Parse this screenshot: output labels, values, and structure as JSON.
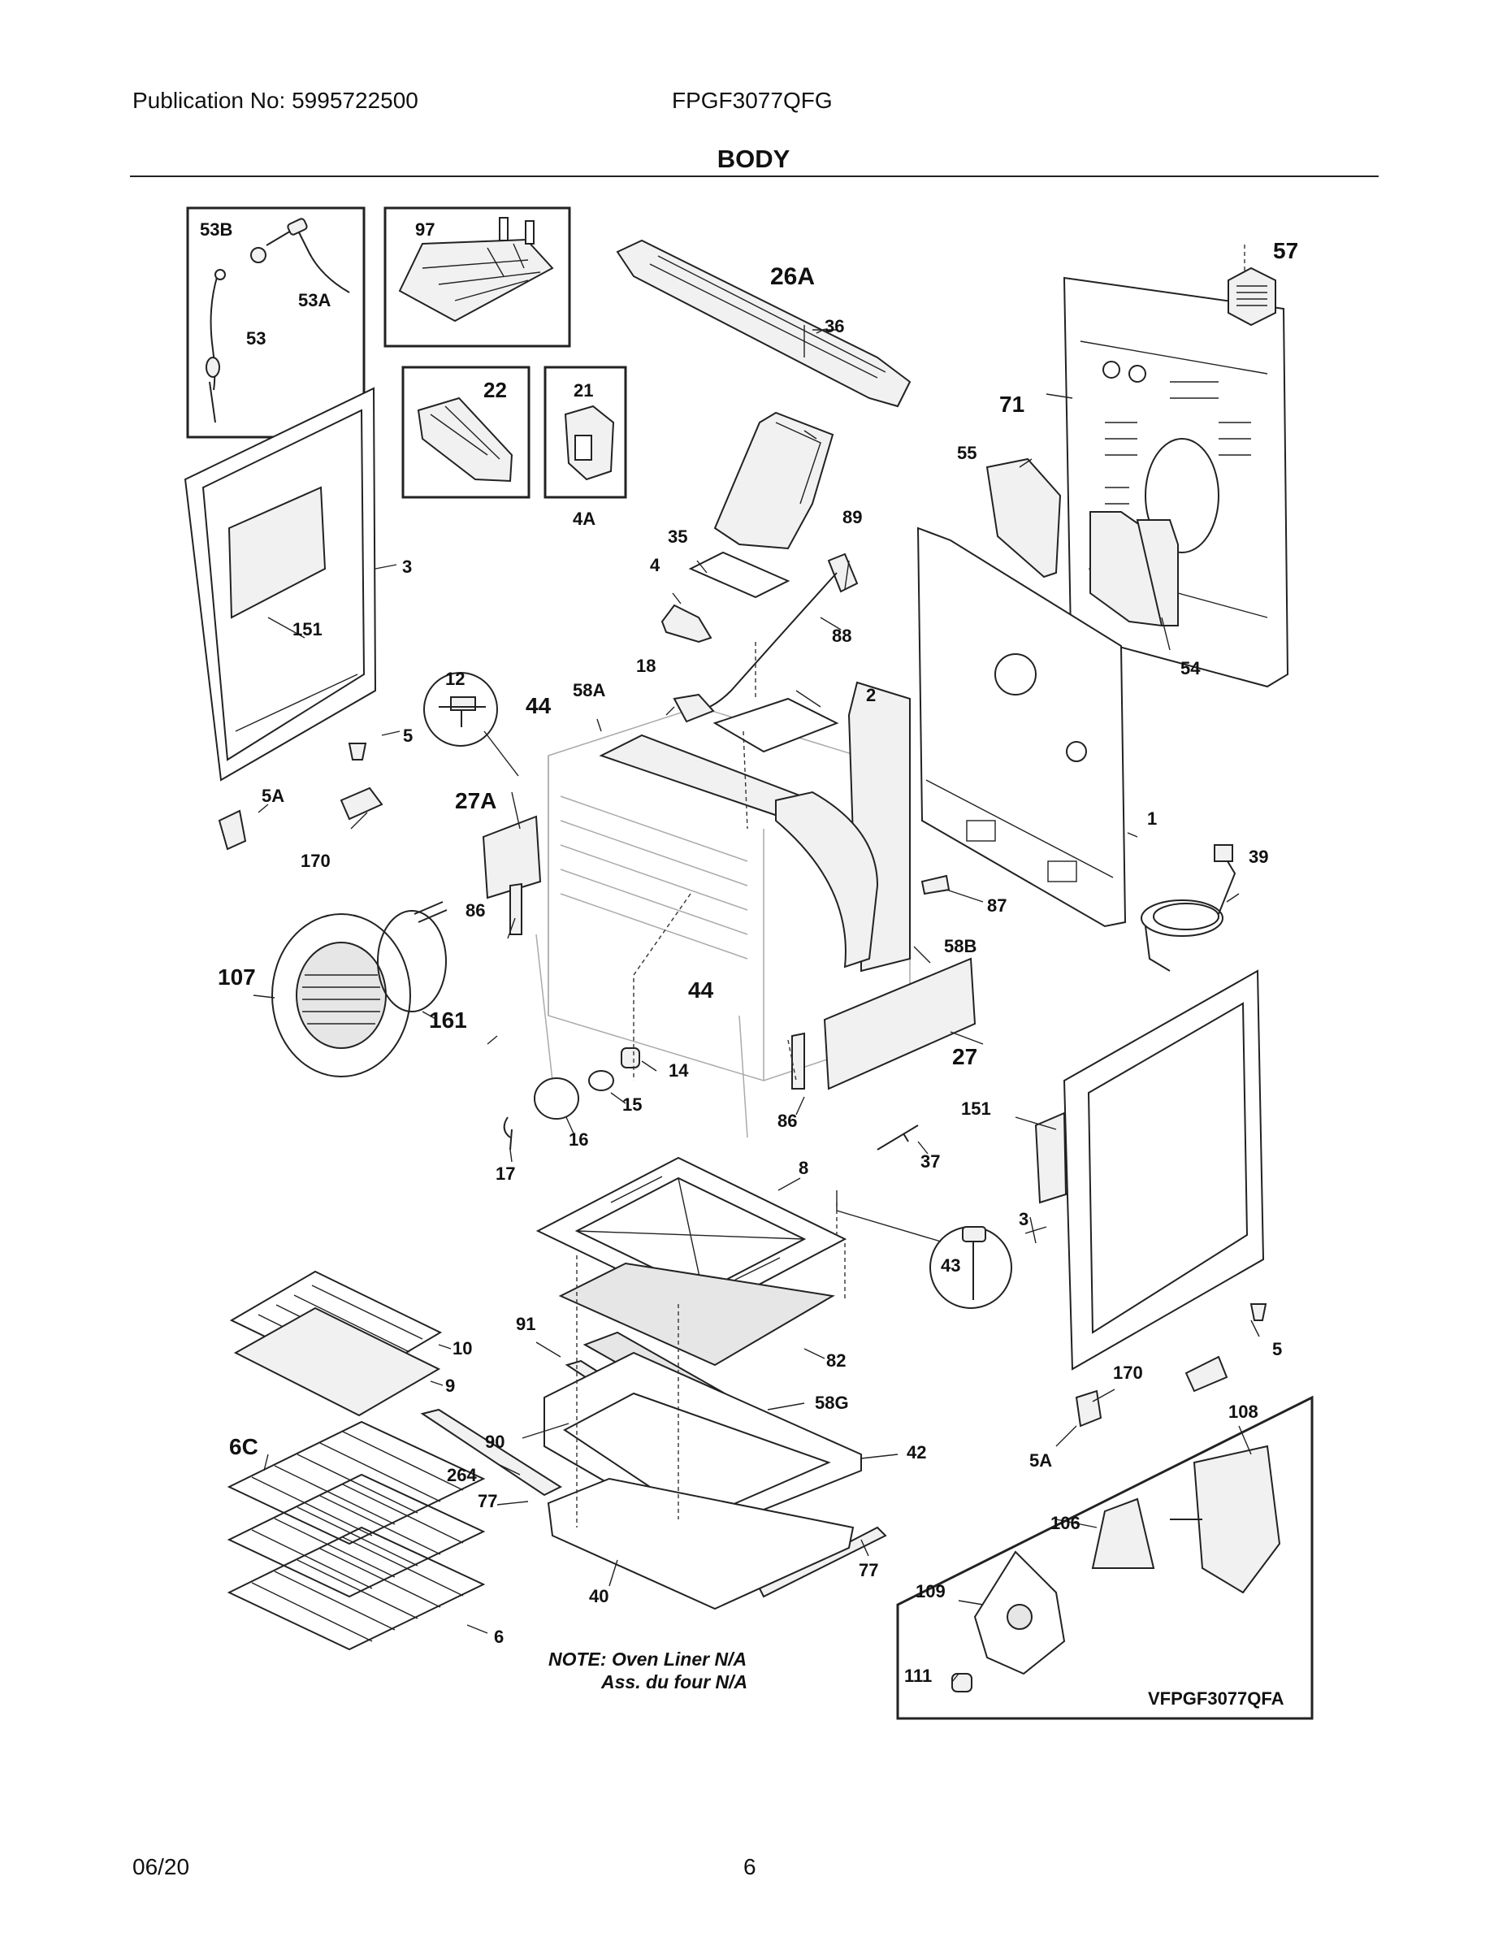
{
  "header": {
    "publication": "Publication No: 5995722500",
    "model": "FPGF3077QFG",
    "title": "BODY"
  },
  "footer": {
    "date": "06/20",
    "page": "6"
  },
  "note": {
    "line1": "NOTE: Oven Liner N/A",
    "line2": "Ass. du four N/A"
  },
  "diagram_code": "VFPGF3077QFA",
  "part_labels": [
    "53B",
    "53A",
    "53",
    "97",
    "26A",
    "57",
    "22",
    "21",
    "71",
    "36",
    "55",
    "4A",
    "89",
    "35",
    "4",
    "88",
    "3",
    "151",
    "12",
    "44",
    "58A",
    "18",
    "2",
    "54",
    "5",
    "5A",
    "27A",
    "1",
    "170",
    "39",
    "87",
    "86",
    "58B",
    "107",
    "161",
    "44",
    "27",
    "14",
    "15",
    "16",
    "86",
    "151",
    "37",
    "17",
    "8",
    "3",
    "43",
    "5",
    "10",
    "91",
    "82",
    "9",
    "58G",
    "170",
    "108",
    "90",
    "42",
    "6C",
    "5A",
    "264",
    "77",
    "106",
    "77",
    "40",
    "109",
    "6",
    "111"
  ]
}
